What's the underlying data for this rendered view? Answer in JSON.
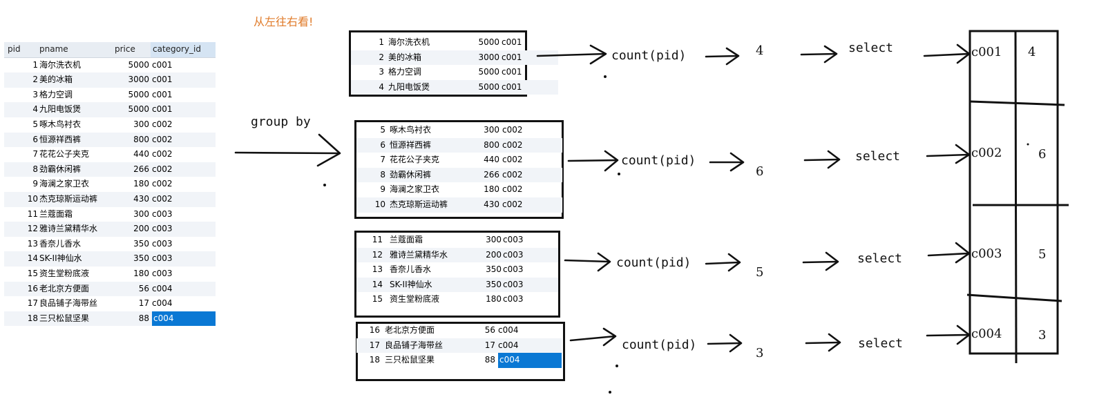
{
  "note": "从左往右看!",
  "group_by_label": "group by",
  "columns": [
    "pid",
    "pname",
    "price",
    "category_id"
  ],
  "rows": [
    {
      "pid": "1",
      "pname": "海尔洗衣机",
      "price": "5000",
      "cat": "c001"
    },
    {
      "pid": "2",
      "pname": "美的冰箱",
      "price": "3000",
      "cat": "c001"
    },
    {
      "pid": "3",
      "pname": "格力空调",
      "price": "5000",
      "cat": "c001"
    },
    {
      "pid": "4",
      "pname": "九阳电饭煲",
      "price": "5000",
      "cat": "c001"
    },
    {
      "pid": "5",
      "pname": "啄木鸟衬衣",
      "price": "300",
      "cat": "c002"
    },
    {
      "pid": "6",
      "pname": "恒源祥西裤",
      "price": "800",
      "cat": "c002"
    },
    {
      "pid": "7",
      "pname": "花花公子夹克",
      "price": "440",
      "cat": "c002"
    },
    {
      "pid": "8",
      "pname": "劲霸休闲裤",
      "price": "266",
      "cat": "c002"
    },
    {
      "pid": "9",
      "pname": "海澜之家卫衣",
      "price": "180",
      "cat": "c002"
    },
    {
      "pid": "10",
      "pname": "杰克琼斯运动裤",
      "price": "430",
      "cat": "c002"
    },
    {
      "pid": "11",
      "pname": "兰蔻面霜",
      "price": "300",
      "cat": "c003"
    },
    {
      "pid": "12",
      "pname": "雅诗兰黛精华水",
      "price": "200",
      "cat": "c003"
    },
    {
      "pid": "13",
      "pname": "香奈儿香水",
      "price": "350",
      "cat": "c003"
    },
    {
      "pid": "14",
      "pname": "SK-II神仙水",
      "price": "350",
      "cat": "c003"
    },
    {
      "pid": "15",
      "pname": "资生堂粉底液",
      "price": "180",
      "cat": "c003"
    },
    {
      "pid": "16",
      "pname": "老北京方便面",
      "price": "56",
      "cat": "c004"
    },
    {
      "pid": "17",
      "pname": "良品铺子海带丝",
      "price": "17",
      "cat": "c004"
    },
    {
      "pid": "18",
      "pname": "三只松鼠坚果",
      "price": "88",
      "cat": "c004"
    }
  ],
  "groups": [
    {
      "category": "c001",
      "row_pids": [
        "1",
        "2",
        "3",
        "4"
      ],
      "count_label": "count(pid)",
      "count": "4",
      "select_label": "select",
      "result_count": "4"
    },
    {
      "category": "c002",
      "row_pids": [
        "5",
        "6",
        "7",
        "8",
        "9",
        "10"
      ],
      "count_label": "count(pid)",
      "count": "6",
      "select_label": "select",
      "result_count": "6"
    },
    {
      "category": "c003",
      "row_pids": [
        "11",
        "12",
        "13",
        "14",
        "15"
      ],
      "count_label": "count(pid)",
      "count": "5",
      "select_label": "select",
      "result_count": "5"
    },
    {
      "category": "c004",
      "row_pids": [
        "16",
        "17",
        "18"
      ],
      "count_label": "count(pid)",
      "count": "3",
      "select_label": "select",
      "result_count": "3"
    }
  ]
}
